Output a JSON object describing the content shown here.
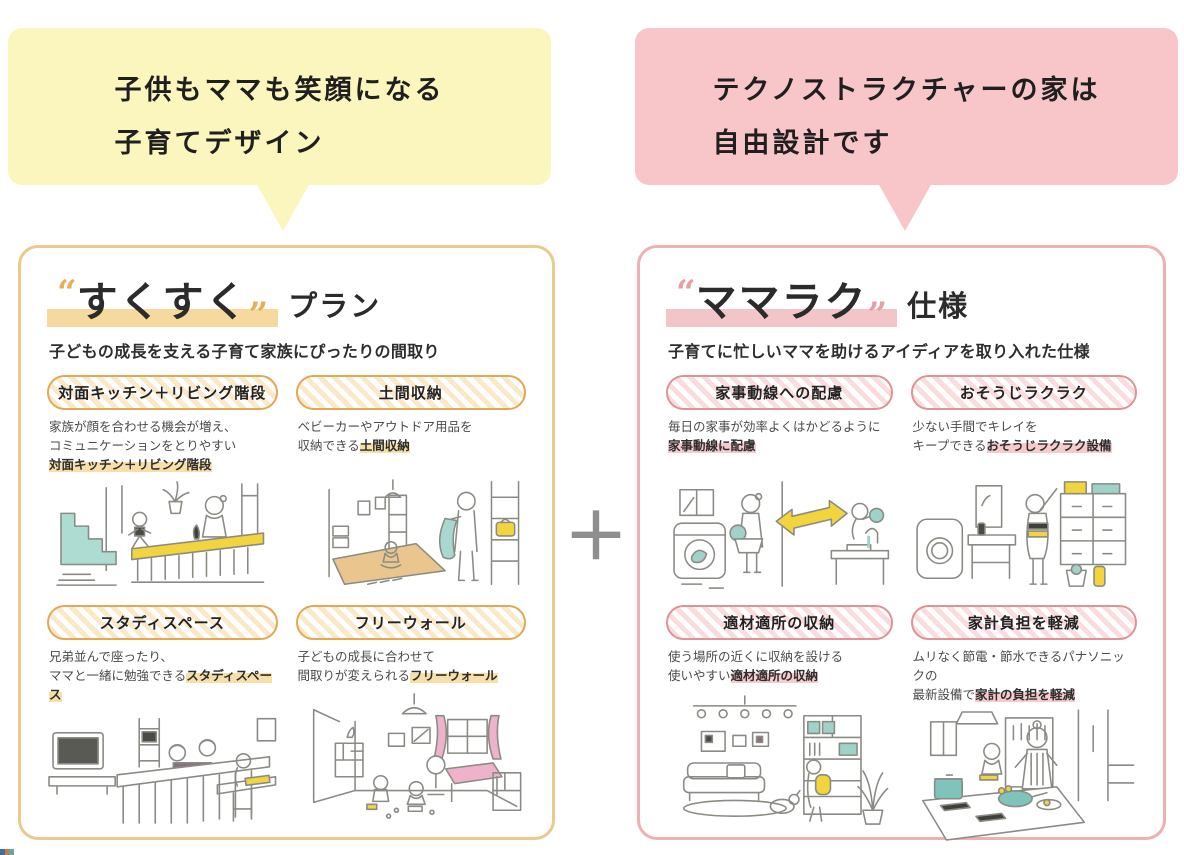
{
  "colors": {
    "bubble_yellow": "#FAF6BE",
    "bubble_pink": "#F8C5C9",
    "card_orange_border": "#EBC98F",
    "card_pink_border": "#EFB0B3",
    "pill_orange_border": "#E2A855",
    "pill_pink_border": "#DF9297",
    "text_marker_orange": "#F6DFA9",
    "text_marker_pink": "#F6CBCD",
    "title_bar_orange": "#F5D99E",
    "title_bar_pink": "#F2C6C8",
    "plus_gray": "#8E8E8E",
    "illus_teal": "#9FD2C9",
    "illus_yellow": "#F2D43D",
    "illus_pink": "#EEB3CB",
    "illus_tan": "#EAC68E"
  },
  "bubbles": {
    "left": {
      "line1": "子供もママも笑顔になる",
      "line2": "子育てデザイン"
    },
    "right": {
      "line1": "テクノストラクチャーの家は",
      "line2": "自由設計です"
    }
  },
  "plus": "＋",
  "cards": [
    {
      "quote_open": "“",
      "title": "すくすく",
      "quote_close": "”",
      "suffix": "プラン",
      "subtitle": "子どもの成長を支える子育て家族にぴったりの間取り",
      "features": [
        {
          "label": "対面キッチン＋リビング階段",
          "desc": "家族が顔を合わせる機会が増え、\nコミュニケーションをとりやすい\n",
          "highlight": "対面キッチン＋リビング階段"
        },
        {
          "label": "土間収納",
          "desc": "ベビーカーやアウトドア用品を\n収納できる",
          "highlight": "土間収納"
        },
        {
          "label": "スタディスペース",
          "desc": "兄弟並んで座ったり、\nママと一緒に勉強できる",
          "highlight": "スタディスペース"
        },
        {
          "label": "フリーウォール",
          "desc": "子どもの成長に合わせて\n間取りが変えられる",
          "highlight": "フリーウォール"
        }
      ]
    },
    {
      "quote_open": "“",
      "title": "ママラク",
      "quote_close": "”",
      "suffix": "仕様",
      "subtitle": "子育てに忙しいママを助けるアイディアを取り入れた仕様",
      "features": [
        {
          "label": "家事動線への配慮",
          "desc": "毎日の家事が効率よくはかどるように\n",
          "highlight": "家事動線に配慮"
        },
        {
          "label": "おそうじラクラク",
          "desc": "少ない手間でキレイを\nキープできる",
          "highlight": "おそうじラクラク設備"
        },
        {
          "label": "適材適所の収納",
          "desc": "使う場所の近くに収納を設ける\n使いやすい",
          "highlight": "適材適所の収納"
        },
        {
          "label": "家計負担を軽減",
          "desc": "ムリなく節電・節水できるパナソニックの\n最新設備で",
          "highlight": "家計の負担を軽減"
        }
      ]
    }
  ]
}
